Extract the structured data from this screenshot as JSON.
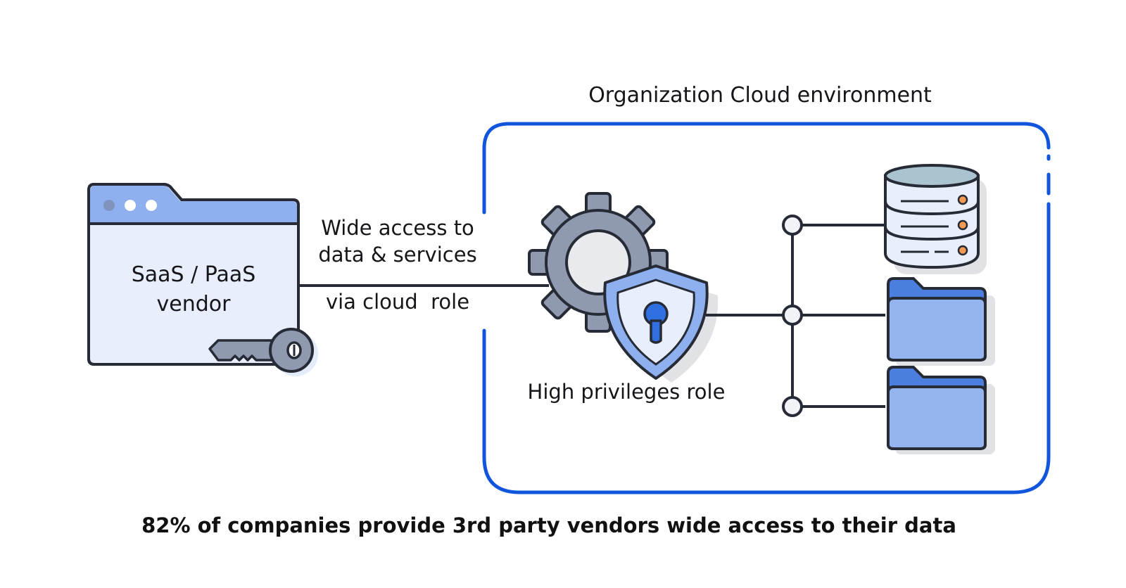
{
  "environment": {
    "title": "Organization Cloud environment",
    "border_color": "#1155dd"
  },
  "vendor": {
    "name_line1": "SaaS / PaaS",
    "name_line2": "vendor",
    "icon": "browser-window-icon",
    "key_icon": "key-icon"
  },
  "connection": {
    "label_line1": "Wide access to",
    "label_line2": "data & services",
    "sublabel": "via cloud  role"
  },
  "role": {
    "label": "High privileges role",
    "icons": [
      "gear-icon",
      "shield-lock-icon"
    ]
  },
  "resources": [
    {
      "icon": "database-icon"
    },
    {
      "icon": "folder-icon"
    },
    {
      "icon": "folder-icon"
    }
  ],
  "caption": "82% of companies provide 3rd party vendors wide access to their data",
  "colors": {
    "ink": "#262b36",
    "accent_blue": "#8eb0ee",
    "deep_blue": "#4a7fe0",
    "light_fill": "#e8eefb",
    "gear_gray": "#8f9ab0"
  }
}
